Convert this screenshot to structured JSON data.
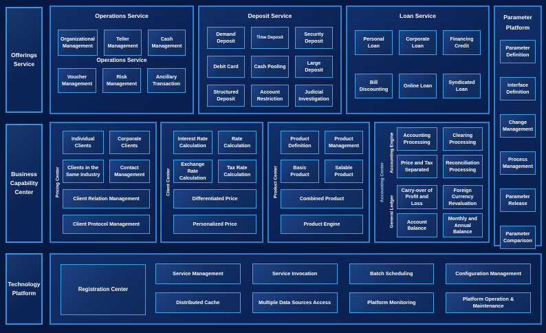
{
  "colors": {
    "background": "#071a43",
    "panel_border": "#2e82d4",
    "box_border": "#41a6e8",
    "box_fill": "#133168",
    "text": "#ffffff",
    "accent_vertical_label": "#a9cdf0"
  },
  "top": {
    "offerings_label": "Offerings Service",
    "operations": {
      "title": "Operations Service",
      "subtitle": "Operations Service",
      "row1": [
        "Organizational Management",
        "Teller Management",
        "Cash Management"
      ],
      "row2": [
        "Voucher Management",
        "Risk Management",
        "Ancillary Transaction"
      ]
    },
    "deposit": {
      "title": "Deposit Service",
      "boxes": [
        "Demand Deposit",
        "Time Deposit",
        "Security Deposit",
        "Debit Card",
        "Cash Pooling",
        "Large Deposit",
        "Structured Deposit",
        "Account Restriction",
        "Judicial Investigation"
      ]
    },
    "loan": {
      "title": "Loan Service",
      "row1": [
        "Personal Loan",
        "Corporate Loan",
        "Financing Credit"
      ],
      "row2": [
        "Bill Discounting",
        "Online Loan",
        "Syndicated Loan"
      ]
    }
  },
  "parameter_platform": {
    "title": "Parameter Platform",
    "boxes": [
      "Parameter Definition",
      "Interface Definition",
      "Change Management",
      "Process Management",
      "Parameter Release",
      "Parameter Comparison"
    ]
  },
  "middle": {
    "sidebar_label": "Business Capability Center",
    "pricing_center": {
      "label": "Pricing Center",
      "small": [
        "Individual Clients",
        "Corporate Clients",
        "Clients in the Same Industry",
        "Contact Management"
      ],
      "wide": [
        "Client Relation Management",
        "Client Protocol Management"
      ]
    },
    "client_center": {
      "label": "Client Center",
      "small": [
        "Interest Rate Calculation",
        "Rate Calculation",
        "Exchange Rate Calculation",
        "Tax Rate Calculation"
      ],
      "wide": [
        "Differentiated Price",
        "Personalized Price"
      ]
    },
    "product_center": {
      "label": "Product Center",
      "small": [
        "Product Definition",
        "Product Management",
        "Basic Product",
        "Salable Product"
      ],
      "wide": [
        "Combined Product",
        "Product Engine"
      ]
    },
    "accounting_center": {
      "label": "Accounting Center",
      "groups": [
        {
          "label": "Accounting Engine",
          "boxes": [
            "Accounting Processing",
            "Clearing Processing",
            "Price and Tax Separated",
            "Reconciliation Processing"
          ]
        },
        {
          "label": "General Ledger",
          "boxes": [
            "Carry-over of Profit and Loss",
            "Foreign Currency Revaluation",
            "Account Balance",
            "Monthly and Annual Balance"
          ]
        }
      ]
    }
  },
  "bottom": {
    "sidebar_label": "Technology Platform",
    "registration": "Registration Center",
    "grid": [
      "Service Management",
      "Service Invocation",
      "Batch Scheduling",
      "Configuration Management",
      "Distributed Cache",
      "Multiple Data Sources Access",
      "Platform Monitoring",
      "Platform Operation & Maintenance"
    ]
  }
}
